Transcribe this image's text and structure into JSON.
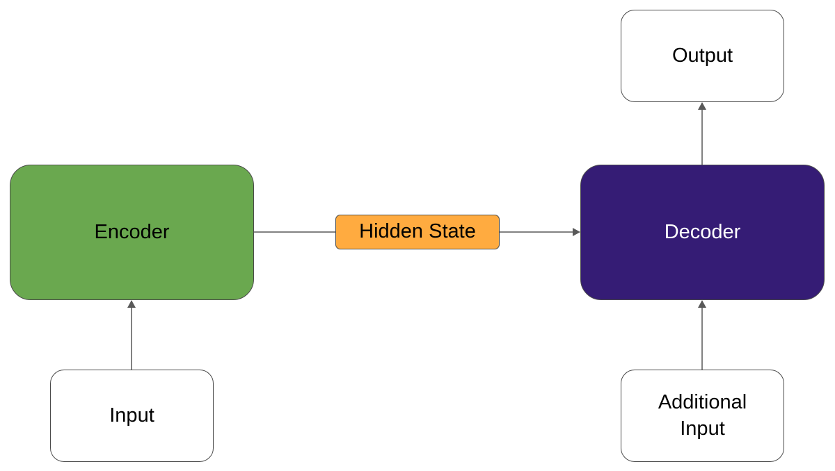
{
  "diagram": {
    "nodes": {
      "encoder": {
        "label": "Encoder",
        "fill": "#6aa84f",
        "text_color": "#000000"
      },
      "decoder": {
        "label": "Decoder",
        "fill": "#351c75",
        "text_color": "#ffffff"
      },
      "hidden_state": {
        "label": "Hidden State",
        "fill": "#ffab40",
        "text_color": "#000000"
      },
      "input": {
        "label": "Input",
        "fill": "#ffffff",
        "text_color": "#000000"
      },
      "additional_input": {
        "label": "Additional\nInput",
        "fill": "#ffffff",
        "text_color": "#000000"
      },
      "output": {
        "label": "Output",
        "fill": "#ffffff",
        "text_color": "#000000"
      }
    },
    "edges": [
      {
        "from": "input",
        "to": "encoder"
      },
      {
        "from": "encoder",
        "to": "decoder",
        "via": "hidden_state"
      },
      {
        "from": "additional_input",
        "to": "decoder"
      },
      {
        "from": "decoder",
        "to": "output"
      }
    ],
    "connector_color": "#595959"
  }
}
